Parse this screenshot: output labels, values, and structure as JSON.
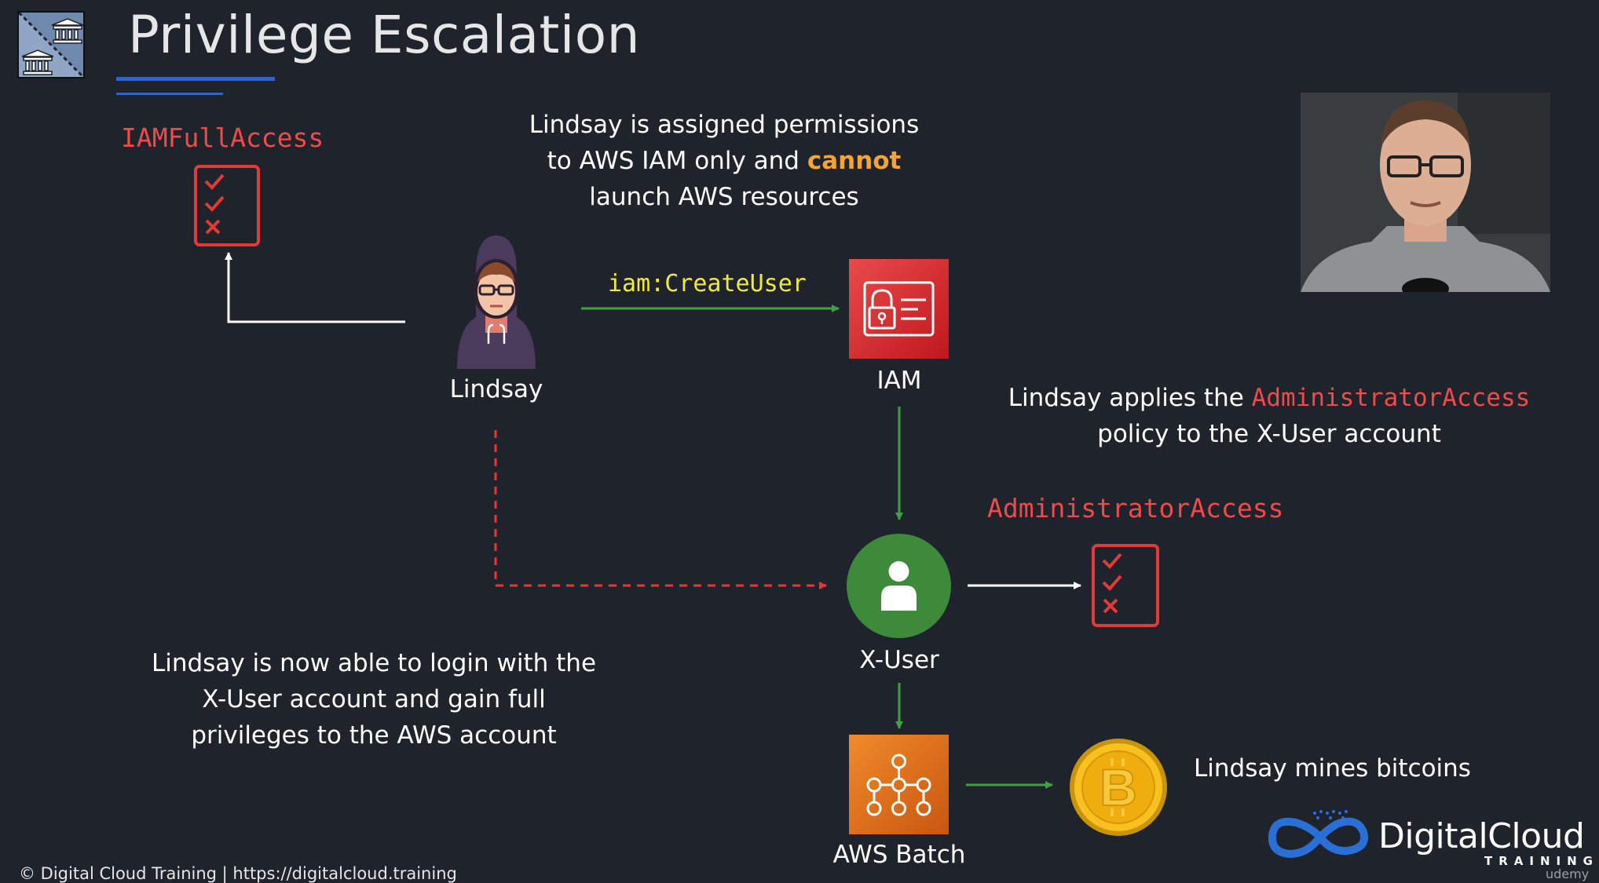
{
  "header": {
    "title": "Privilege Escalation"
  },
  "policies": {
    "iam_full_access": "IAMFullAccess",
    "administrator_access": "AdministratorAccess"
  },
  "notes": {
    "permissions_line1": "Lindsay is assigned permissions",
    "permissions_line2_pre": "to AWS IAM only and ",
    "permissions_line2_emph": "cannot",
    "permissions_line3": "launch AWS resources",
    "applies_pre": "Lindsay applies the ",
    "applies_policy": "AdministratorAccess",
    "applies_line2": "policy to the X-User account",
    "login_line1": "Lindsay is now able to login with the",
    "login_line2": "X-User account and gain full",
    "login_line3": "privileges to the AWS account",
    "mines": "Lindsay mines bitcoins"
  },
  "nodes": {
    "user": "Lindsay",
    "iam": "IAM",
    "xuser": "X-User",
    "batch": "AWS Batch"
  },
  "actions": {
    "create_user": "iam:CreateUser"
  },
  "footer": {
    "copyright": "© Digital Cloud Training  |  https://digitalcloud.training"
  },
  "brand": {
    "name": "DigitalCloud",
    "sub": "TRAINING",
    "udemy": "udemy"
  },
  "colors": {
    "background": "#1f232b",
    "policy_red": "#f04a4a",
    "action_yellow": "#f1ea3c",
    "emphasis_orange": "#f3a531",
    "flow_green": "#3fa142",
    "dashed_red": "#e53935",
    "iam_red": "#d6242b",
    "batch_orange": "#e06d1c",
    "xuser_green": "#3d8a3b"
  }
}
